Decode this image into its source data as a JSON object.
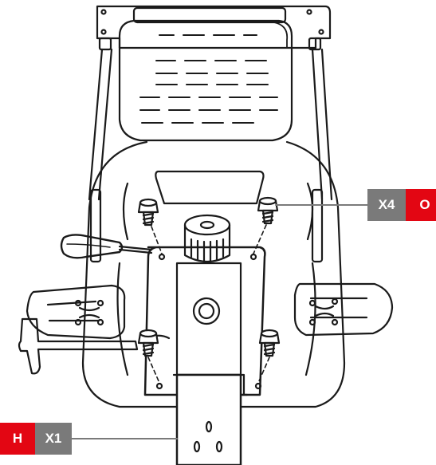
{
  "parts": {
    "screw": {
      "quantity": "X4",
      "code": "O"
    },
    "bracket": {
      "code": "H",
      "quantity": "X1"
    }
  },
  "colors": {
    "accent": "#e30613",
    "neutral": "#7a7a7a",
    "stroke": "#1a1a1a"
  }
}
